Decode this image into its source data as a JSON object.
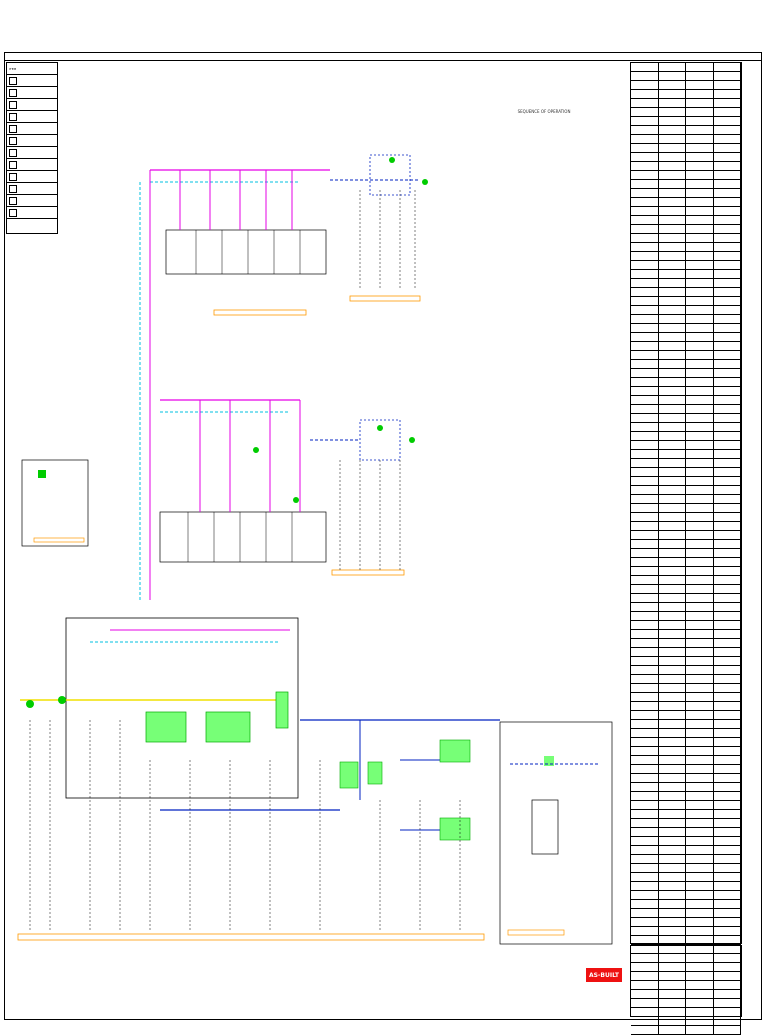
{
  "stamp": {
    "as_built": "AS-BUILT"
  },
  "legend": {
    "rows": [
      "ITEM",
      "",
      "",
      "",
      "",
      "",
      "",
      "",
      "",
      "",
      "",
      "",
      "",
      ""
    ]
  },
  "notes": {
    "title": "SEQUENCE OF OPERATION",
    "subtitle": "",
    "body": ""
  },
  "colors": {
    "magenta": "#e600e6",
    "cyan": "#00c0e0",
    "blue": "#0020c0",
    "green": "#00b000",
    "orange": "#ff9900",
    "yellow": "#f0e000"
  }
}
